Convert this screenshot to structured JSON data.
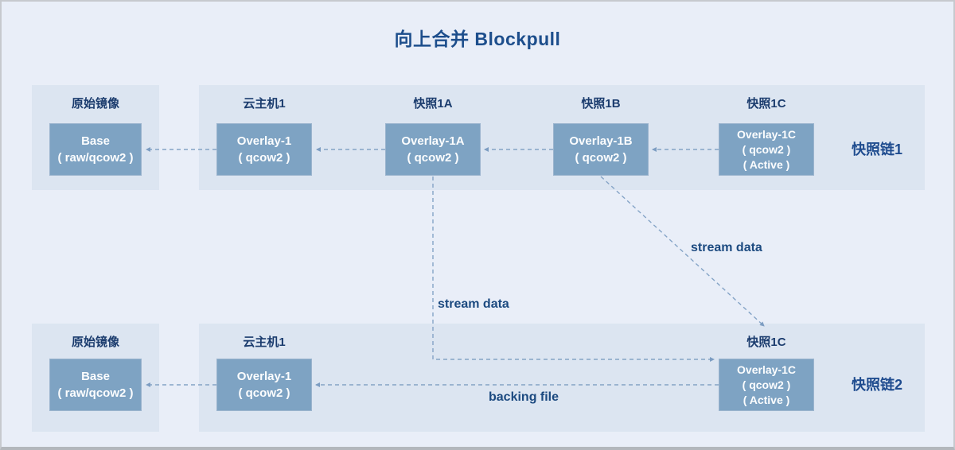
{
  "title": "向上合并 Blockpull",
  "colors": {
    "canvas_bg": "#e9eef8",
    "panel_bg": "#dce5f1",
    "node_fill": "#7ea3c3",
    "node_text": "#fcfdfe",
    "label_text": "#1b3c6e",
    "title_text": "#1d4e8c",
    "arrow": "#84a3c6"
  },
  "sections": [
    {
      "name": "chain1",
      "chain_label": "快照链1",
      "base": {
        "label": "原始镜像",
        "box": [
          "Base",
          "( raw/qcow2 )"
        ]
      },
      "columns": [
        {
          "label": "云主机1",
          "box": [
            "Overlay-1",
            "( qcow2 )"
          ]
        },
        {
          "label": "快照1A",
          "box": [
            "Overlay-1A",
            "( qcow2 )"
          ]
        },
        {
          "label": "快照1B",
          "box": [
            "Overlay-1B",
            "( qcow2 )"
          ]
        },
        {
          "label": "快照1C",
          "box": [
            "Overlay-1C",
            "( qcow2 )",
            "( Active )"
          ]
        }
      ]
    },
    {
      "name": "chain2",
      "chain_label": "快照链2",
      "base": {
        "label": "原始镜像",
        "box": [
          "Base",
          "( raw/qcow2 )"
        ]
      },
      "columns": [
        {
          "label": "云主机1",
          "box": [
            "Overlay-1",
            "( qcow2 )"
          ]
        },
        {
          "label": "快照1C",
          "box": [
            "Overlay-1C",
            "( qcow2 )",
            "( Active )"
          ]
        }
      ]
    }
  ],
  "annotations": {
    "stream_data_1": "stream data",
    "stream_data_2": "stream data",
    "backing_file": "backing file"
  }
}
